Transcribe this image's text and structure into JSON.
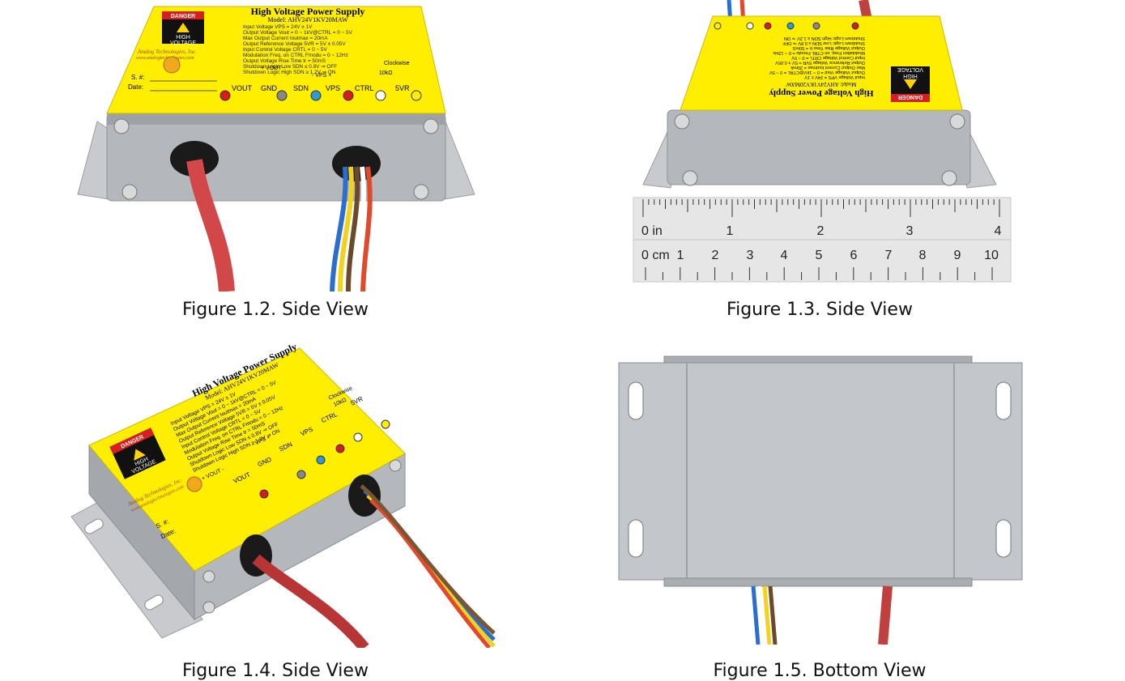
{
  "panel": {
    "title": "High Voltage Power Supply",
    "model": "Model: AHV24V1KV20MAW",
    "specs": [
      "Input Voltage VPS = 24V ± 1V",
      "Output Voltage Vout = 0 ~ 1kV@CTRL = 0 ~ 5V",
      "Max Output Current Ioutmax = 20mA",
      "Output Reference Voltage 5VR = 5V ± 0.05V",
      "Input Control Voltage CRTL = 0 ~ 5V",
      "Modulation Freq. on CTRL Fmodu = 0 ~ 12Hz",
      "Output Voltage Rise Time tr = 50mS",
      "Shutdown Logic Low SDN ≤ 0.8V ⇒ OFF",
      "Shutdown Logic High SDN ≥ 1.2V ⇒ ON"
    ],
    "company": "Analog Technologies, Inc.",
    "website": "www.analogtechnologies.com",
    "danger": "DANGER",
    "high": "HIGH",
    "voltage": "VOLTAGE",
    "serial": "S. #:",
    "date": "Date:",
    "clockwise": "Clockwise",
    "resistor": "10kΩ",
    "vout_bus": "+ VOUT -",
    "vps_bus": "- VPS +",
    "pins": [
      "VOUT",
      "GND",
      "SDN",
      "VPS",
      "CTRL",
      "5VR"
    ]
  },
  "ruler": {
    "inch_label": "0 in",
    "inch_marks": [
      "1",
      "2",
      "3",
      "4"
    ],
    "cm_label": "0 cm",
    "cm_marks": [
      "1",
      "2",
      "3",
      "4",
      "5",
      "6",
      "7",
      "8",
      "9",
      "10"
    ]
  },
  "figures": [
    {
      "caption": "Figure 1.2. Side View"
    },
    {
      "caption": "Figure 1.3. Side View"
    },
    {
      "caption": "Figure 1.4. Side View"
    },
    {
      "caption": "Figure 1.5. Bottom View"
    }
  ],
  "colors": {
    "label_yellow": "#ffee00",
    "enclosure": "#b9bcc0",
    "wire_red": "#cf3a3a",
    "pin_red": "#d81c1c",
    "pin_blue": "#2b9ad6"
  }
}
